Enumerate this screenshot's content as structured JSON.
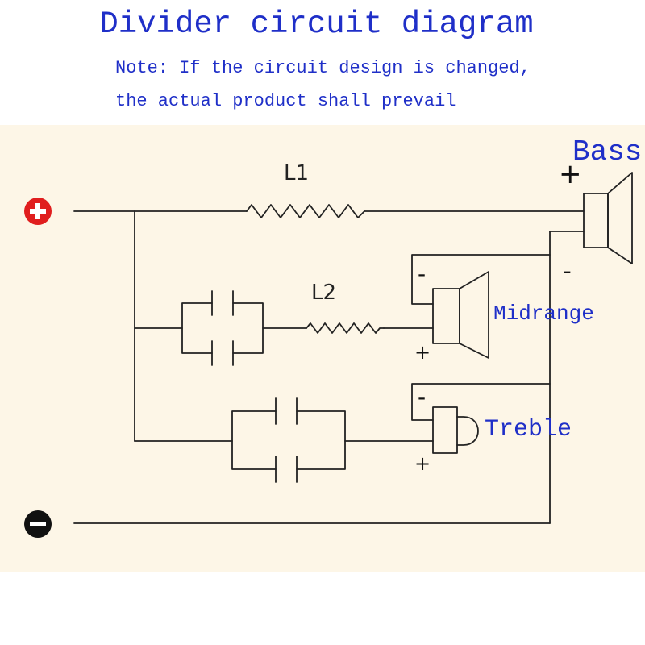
{
  "title": "Divider circuit diagram",
  "note": {
    "line1": "Note: If the circuit design is changed,",
    "line2": "the actual product shall prevail"
  },
  "labels": {
    "inductor_1": "L1",
    "inductor_2": "L2",
    "speaker_bass": "Bass",
    "speaker_midrange": "Midrange",
    "speaker_treble": "Treble"
  },
  "polarity": {
    "bass_plus": "+",
    "bass_minus": "-",
    "mid_plus": "+",
    "mid_minus": "-",
    "treble_plus": "+",
    "treble_minus": "-"
  },
  "terminals": {
    "positive_icon": "plus-circle-icon",
    "negative_icon": "minus-circle-icon",
    "positive_color": "#e01e1e",
    "negative_color": "#111111"
  },
  "colors": {
    "text_blue": "#1f2fc8",
    "board_background": "#fdf6e7",
    "wire": "#222222"
  }
}
